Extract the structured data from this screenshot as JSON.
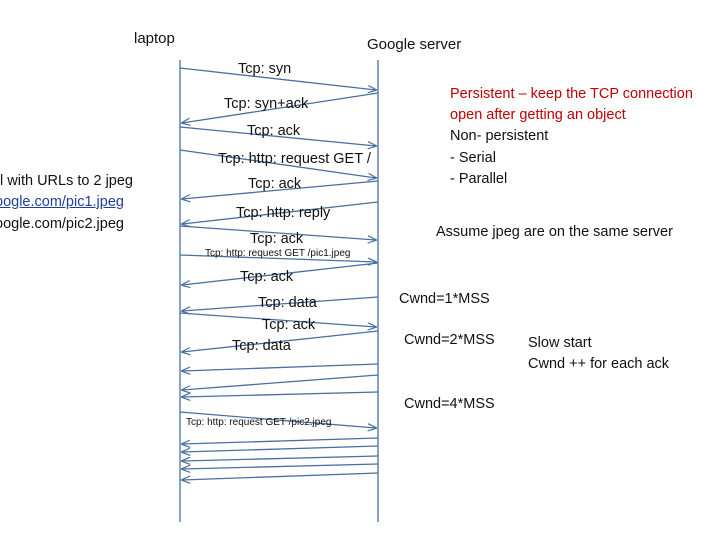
{
  "endpoints": {
    "client": "laptop",
    "server": "Google server"
  },
  "messages": [
    "Tcp: syn",
    "Tcp: syn+ack",
    "Tcp: ack",
    "Tcp: http: request GET /",
    "Tcp: ack",
    "Tcp: http: reply",
    "Tcp: ack",
    "Tcp: http: request GET /pic1.jpeg",
    "Tcp: ack",
    "Tcp: data",
    "Tcp: ack",
    "Tcp: data",
    "Tcp: http: request GET /pic2.jpeg"
  ],
  "page_snippet": {
    "lines": [
      "l with URLs to 2 jpeg",
      "oogle.com/pic1.jpeg",
      "oogle.com/pic2.jpeg"
    ]
  },
  "persistence_note": {
    "lines": [
      "Persistent – keep the TCP connection",
      "open after getting an object",
      "Non- persistent",
      "-   Serial",
      "-   Parallel"
    ],
    "color": "#c00000"
  },
  "assumption": "Assume jpeg are on the same server",
  "cwnd": [
    "Cwnd=1*MSS",
    "Cwnd=2*MSS",
    "Cwnd=4*MSS"
  ],
  "slow_start": [
    "Slow start",
    "Cwnd ++ for each ack"
  ]
}
